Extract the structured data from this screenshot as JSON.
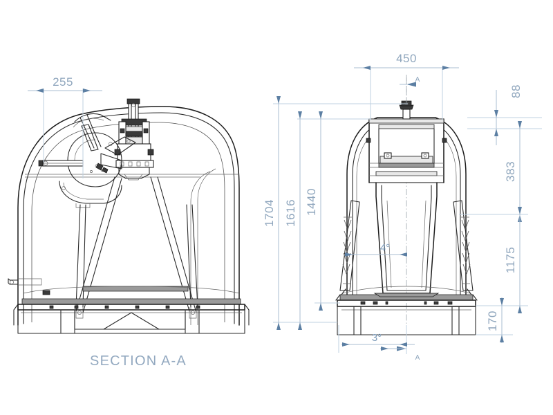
{
  "drawing": {
    "title": "Technical engineering drawing - two orthographic views with dimensions",
    "background_color": "#ffffff",
    "dimension_color": "#8fa6bd",
    "outline_color": "#1c1c1c"
  },
  "views": {
    "left": {
      "name": "section-view",
      "caption": "SECTION A-A"
    },
    "right": {
      "name": "front-view",
      "caption": ""
    }
  },
  "dimensions": {
    "left_view": [
      {
        "id": "d255",
        "value": "255",
        "orientation": "horizontal",
        "view": "left"
      }
    ],
    "right_view_top": [
      {
        "id": "d450",
        "value": "450",
        "orientation": "horizontal",
        "view": "right"
      },
      {
        "id": "d88",
        "value": "88",
        "orientation": "vertical",
        "view": "right"
      }
    ],
    "right_view_left": [
      {
        "id": "d1704",
        "value": "1704",
        "orientation": "vertical",
        "view": "right"
      },
      {
        "id": "d1616",
        "value": "1616",
        "orientation": "vertical",
        "view": "right"
      },
      {
        "id": "d1440",
        "value": "1440",
        "orientation": "vertical",
        "view": "right"
      }
    ],
    "right_view_right": [
      {
        "id": "d383",
        "value": "383",
        "orientation": "vertical",
        "view": "right"
      },
      {
        "id": "d1175",
        "value": "1175",
        "orientation": "vertical",
        "view": "right"
      },
      {
        "id": "d170",
        "value": "170",
        "orientation": "vertical",
        "view": "right"
      }
    ],
    "angles": [
      {
        "id": "a4",
        "value": "4°",
        "view": "right"
      },
      {
        "id": "a3",
        "value": "3°",
        "view": "right"
      }
    ]
  },
  "section_marks": {
    "top": "A",
    "bottom": "A"
  },
  "labels": {
    "section_caption": "SECTION A-A"
  }
}
